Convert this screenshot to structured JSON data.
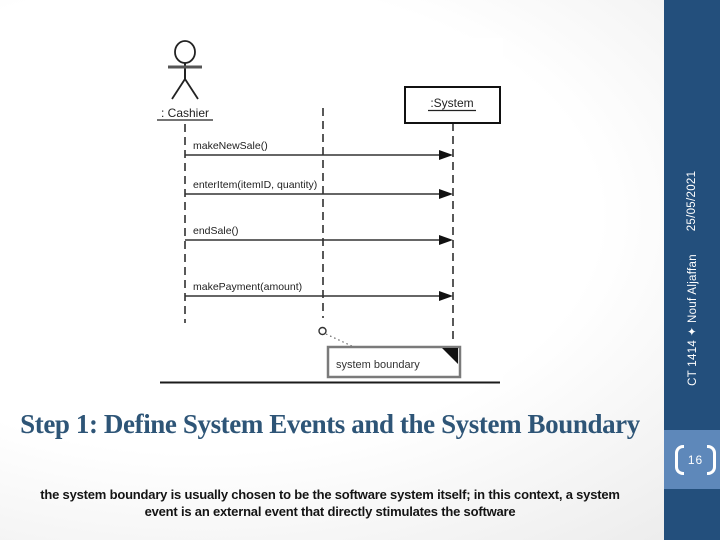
{
  "slide": {
    "title": "Step 1: Define System Events and the System Boundary",
    "body": "the system boundary is usually chosen to be the software system itself; in this context, a system event is an external event that directly stimulates the software"
  },
  "sidebar": {
    "course_info": "CT 1414 ✦ Nouf Aljaffan",
    "date": "25/05/2021",
    "page_number": "16",
    "band_color": "#234f7c",
    "badge_color": "#5e88ba"
  },
  "diagram": {
    "actor_label": ": Cashier",
    "system_label": ":System",
    "messages": [
      "makeNewSale()",
      "enterItem(itemID, quantity)",
      "endSale()",
      "makePayment(amount)"
    ],
    "note_label": "system boundary",
    "title_color": "#2e5577"
  }
}
